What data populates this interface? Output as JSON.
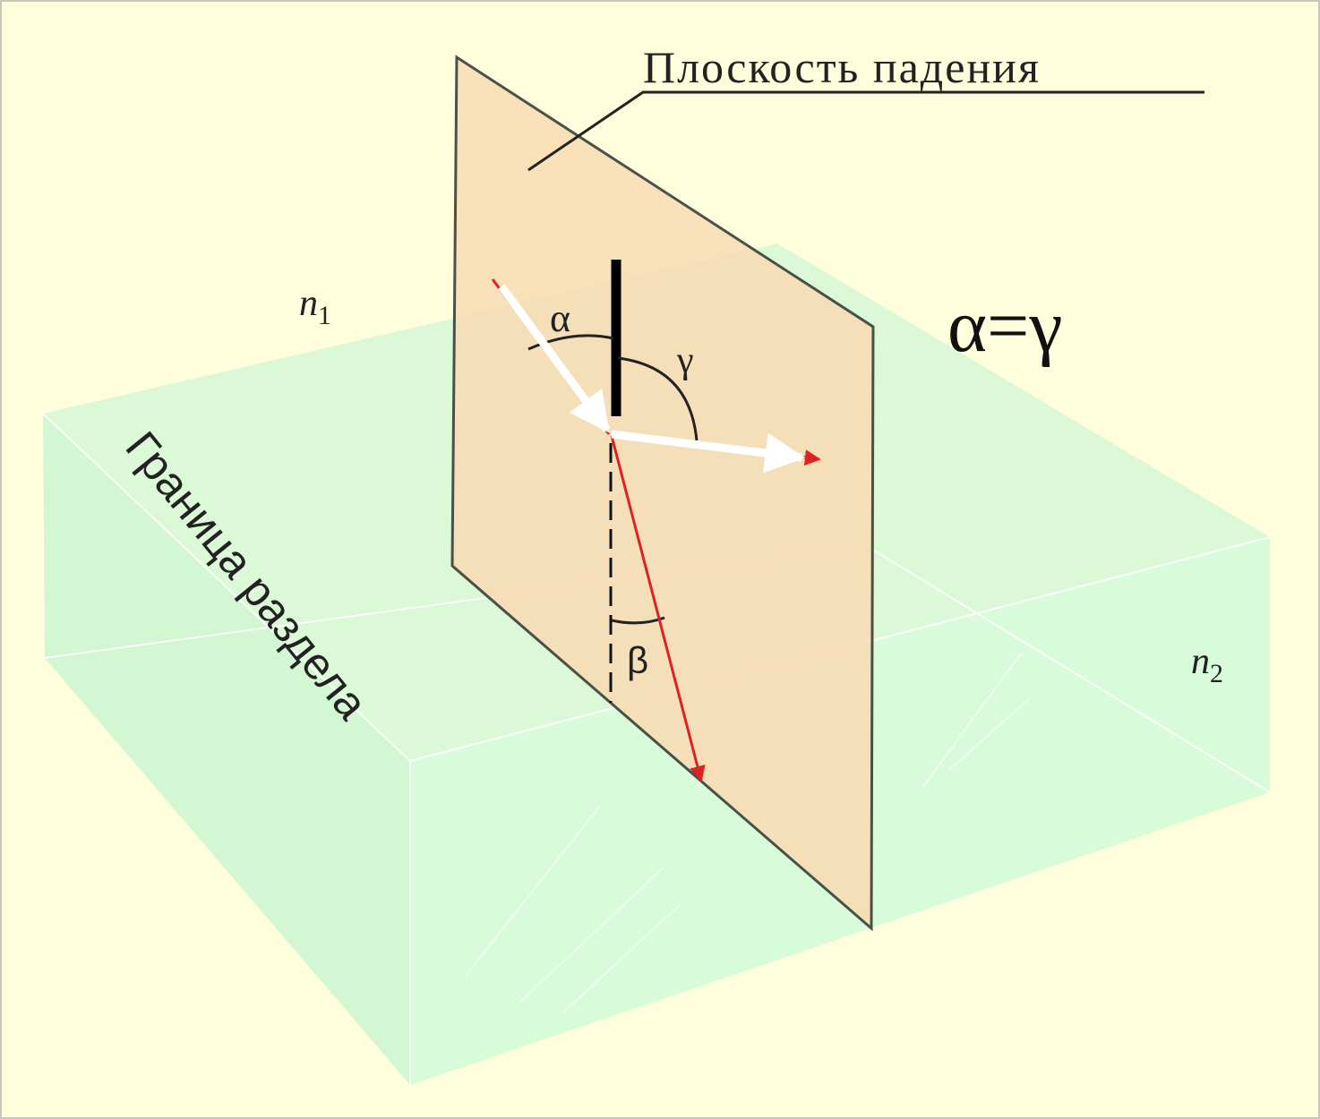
{
  "diagram": {
    "plane_label": "Плоскость падения",
    "boundary_label": "Граница раздела",
    "medium1_label": "n",
    "medium1_sub": "1",
    "medium2_label": "n",
    "medium2_sub": "2",
    "angle_incidence": "α",
    "angle_reflection": "γ",
    "angle_refraction": "β",
    "law": "α=γ"
  },
  "colors": {
    "background": "#fefedd",
    "block_face": "#d8fbd9",
    "plane": "#f8dcb4",
    "ray_red": "#dd2222",
    "arrow_white": "#ffffff"
  }
}
